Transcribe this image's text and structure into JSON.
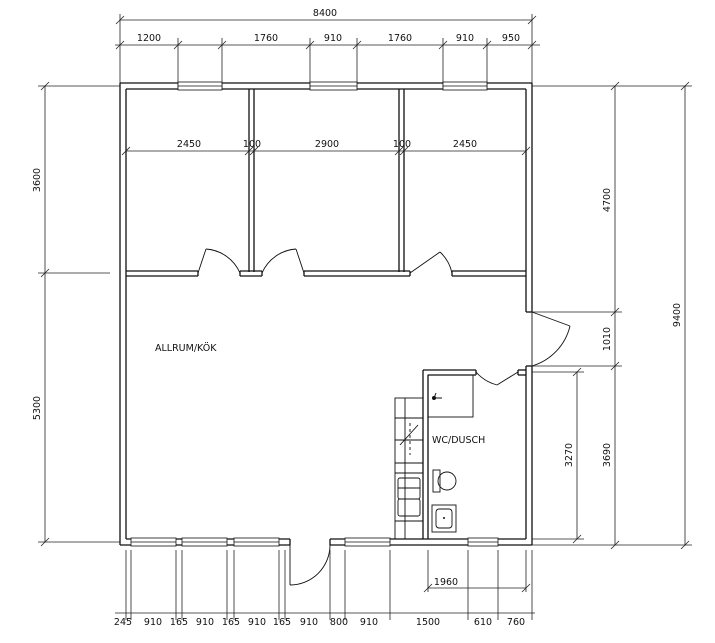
{
  "overall": {
    "width": "8400",
    "height": "9400"
  },
  "top_dims": [
    "1200",
    "1760",
    "910",
    "1760",
    "910",
    "950"
  ],
  "room_dims": [
    "2450",
    "100",
    "2900",
    "100",
    "2450"
  ],
  "left_dims": [
    "3600",
    "5300"
  ],
  "right_dims": [
    "4700",
    "1010",
    "3690"
  ],
  "wc_dim": "3270",
  "bottom_dims": [
    "245",
    "910",
    "165",
    "910",
    "165",
    "910",
    "165",
    "910",
    "800",
    "910",
    "1500",
    "610",
    "760"
  ],
  "bottom_inner_dim": "1960",
  "rooms": {
    "living": "ALLRUM/KÖK",
    "wc": "WC/DUSCH"
  }
}
